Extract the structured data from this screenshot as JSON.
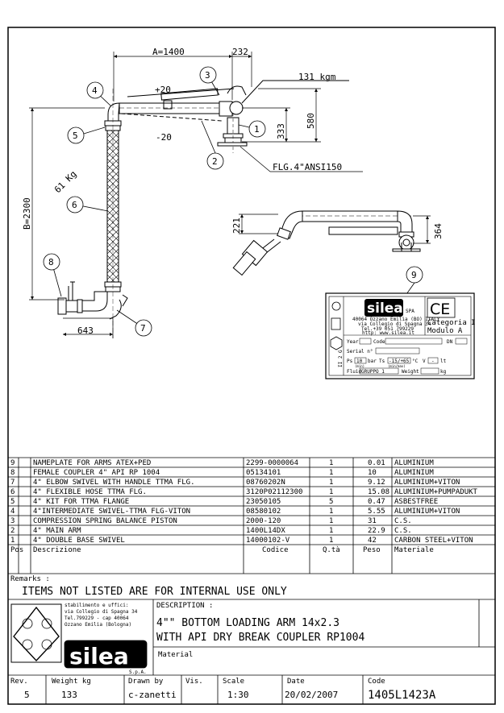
{
  "drawing": {
    "dim_a": "A=1400",
    "dim_232": "232",
    "dim_moment": "131 kgm",
    "dim_plus20": "+20",
    "dim_minus20": "-20",
    "dim_333": "333",
    "dim_580": "580",
    "flange_label": "FLG.4\"ANSI150",
    "dim_weight": "61 Kg",
    "dim_b": "B=2300",
    "dim_643": "643",
    "dim_221": "221",
    "dim_364": "364",
    "balloons": [
      "1",
      "2",
      "3",
      "4",
      "5",
      "6",
      "7",
      "8",
      "9"
    ]
  },
  "nameplate": {
    "brand": "silea",
    "spa": "SPA",
    "ce": "CE",
    "address_lines": [
      "40064 Ozzano Emilia (BO) ITALY",
      "via Collegio di Spagna 34",
      "Tel.+39 051 799229",
      "http: www.silea.it"
    ],
    "categoria": "Categoria I",
    "modulo": "Modulo A",
    "year": "Year",
    "code": "Code",
    "dn": "DN",
    "serial": "Serial n°",
    "ps": "Ps",
    "ps_val": "10",
    "bar": "bar",
    "ts": "Ts",
    "ts_val": "-15/+65",
    "degc": "°C",
    "v": "V",
    "v_val": "-",
    "lt": "lt",
    "tmin": "(min)",
    "tmax": "(min/max)",
    "fluid": "Fluid",
    "fluid_val": "GRUPPO 1",
    "weight": "Weight",
    "kg": "kg",
    "atex": "II 2 G"
  },
  "bom": {
    "rows": [
      {
        "pos": "9",
        "desc": "NAMEPLATE  FOR ARMS ATEX+PED",
        "code": "2299-0000064",
        "qty": "1",
        "weight": "0.01",
        "mat": "ALUMINIUM"
      },
      {
        "pos": "8",
        "desc": "FEMALE COUPLER 4\" API RP 1004",
        "code": "05134101",
        "qty": "1",
        "weight": "10",
        "mat": "ALUMINIUM"
      },
      {
        "pos": "7",
        "desc": "4\" ELBOW SWIVEL WITH HANDLE TTMA FLG.",
        "code": "08760202N",
        "qty": "1",
        "weight": "9.12",
        "mat": "ALUMINIUM+VITON"
      },
      {
        "pos": "6",
        "desc": "4\" FLEXIBLE HOSE TTMA FLG.",
        "code": "3120P02112300",
        "qty": "1",
        "weight": "15.08",
        "mat": "ALUMINIUM+PUMPADUKT"
      },
      {
        "pos": "5",
        "desc": "4\" KIT FOR TTMA FLANGE",
        "code": "23050105",
        "qty": "5",
        "weight": "0.47",
        "mat": "ASBESTFREE"
      },
      {
        "pos": "4",
        "desc": "4\"INTERMEDIATE SWIVEL-TTMA FLG-VITON",
        "code": "08580102",
        "qty": "1",
        "weight": "5.55",
        "mat": "ALUMINIUM+VITON"
      },
      {
        "pos": "3",
        "desc": "COMPRESSION SPRING BALANCE PISTON",
        "code": "2000-120",
        "qty": "1",
        "weight": "31",
        "mat": "C.S."
      },
      {
        "pos": "2",
        "desc": "4\" MAIN ARM",
        "code": "1400L14DX",
        "qty": "1",
        "weight": "22.9",
        "mat": "C.S."
      },
      {
        "pos": "1",
        "desc": "4\" DOUBLE BASE SWIVEL",
        "code": "14000102-V",
        "qty": "1",
        "weight": "42",
        "mat": "CARBON STEEL+VITON"
      }
    ],
    "header": {
      "pos": "Pos",
      "desc": "Descrizione",
      "code": "Codice",
      "qty": "Q.tà",
      "weight": "Peso",
      "mat": "Materiale"
    }
  },
  "remarks": {
    "label": "Remarks :",
    "text": "ITEMS NOT  LISTED ARE FOR INTERNAL USE ONLY"
  },
  "title_block": {
    "company_lines": [
      "stabilimento e uffici:",
      "via Collegio di Spagna 34",
      "Tel.799229 - cap 40064",
      "Ozzano Emilia (Bologna)"
    ],
    "logo": "silea",
    "spa": "S.p.A.",
    "description_label": "DESCRIPTION :",
    "description_line1": "4\"\" BOTTOM LOADING ARM 14x2.3",
    "description_line2": "WITH API DRY BREAK COUPLER RP1004",
    "material_label": "Material",
    "rev_label": "Rev.",
    "rev": "5",
    "weight_label": "Weight kg",
    "weight": "133",
    "drawn_label": "Drawn by",
    "drawn": "c-zanetti",
    "vis_label": "Vis.",
    "vis": "",
    "scale_label": "Scale",
    "scale": "1:30",
    "date_label": "Date",
    "date": "20/02/2007",
    "code_label": "Code",
    "code": "1405L1423A"
  },
  "colors": {
    "ink": "#000000",
    "paper": "#ffffff"
  }
}
